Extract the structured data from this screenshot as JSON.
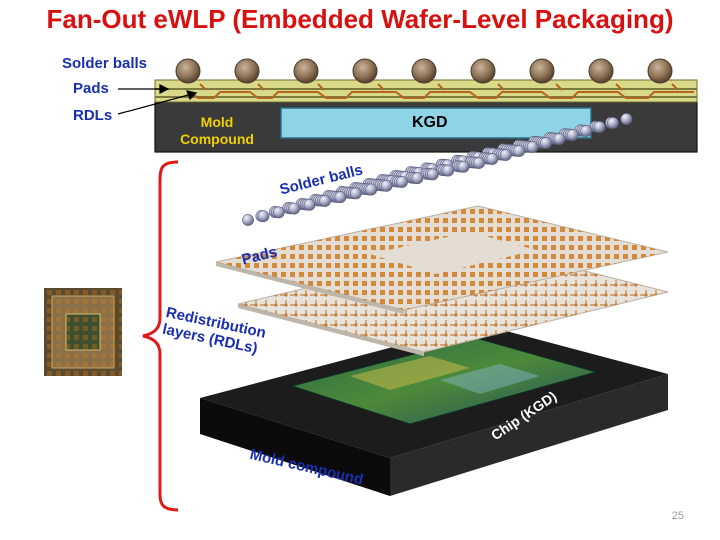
{
  "title": "Fan-Out eWLP (Embedded Wafer-Level Packaging)",
  "cross_section": {
    "labels": {
      "solder_balls": "Solder balls",
      "pads": "Pads",
      "rdls": "RDLs"
    },
    "mold_compound_line1": "Mold",
    "mold_compound_line2": "Compound",
    "kgd": "KGD"
  },
  "exploded_view": {
    "solder_balls": "Solder balls",
    "pads": "Pads",
    "rdl_line1": "Redistribution",
    "rdl_line2": "layers (RDLs)",
    "chip": "Chip (KGD)",
    "mold_compound": "Mold compound"
  },
  "page_number": "25",
  "colors": {
    "title": "#d81010",
    "labels": "#1a2fb0",
    "mold_text": "#f0d000",
    "kgd_fill": "#8fd3e6",
    "bracket": "#e01818"
  }
}
